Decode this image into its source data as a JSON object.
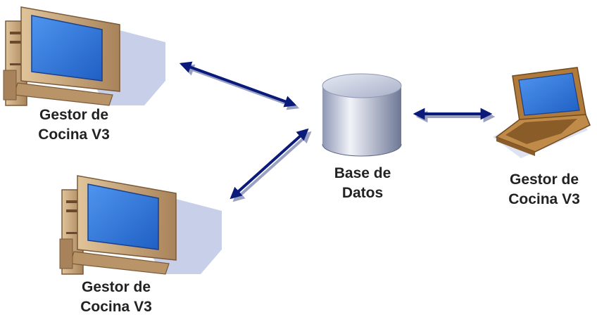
{
  "nodes": {
    "desktop_top": {
      "line1": "Gestor de",
      "line2": "Cocina V3"
    },
    "desktop_bottom": {
      "line1": "Gestor de",
      "line2": "Cocina V3"
    },
    "database": {
      "line1": "Base de",
      "line2": "Datos"
    },
    "laptop": {
      "line1": "Gestor de",
      "line2": "Cocina V3"
    }
  },
  "colors": {
    "arrow": "#0a1a7a",
    "arrow_shadow": "#9aa0c0",
    "monitor_casing": "#c9a77a",
    "monitor_shadow": "#c8cfe8",
    "screen": "#2a6fd6",
    "cylinder_light": "#eef1f8",
    "cylinder_dark": "#7d87a6"
  },
  "icons": [
    "desktop-computer-icon",
    "desktop-computer-icon",
    "database-cylinder-icon",
    "laptop-icon"
  ]
}
